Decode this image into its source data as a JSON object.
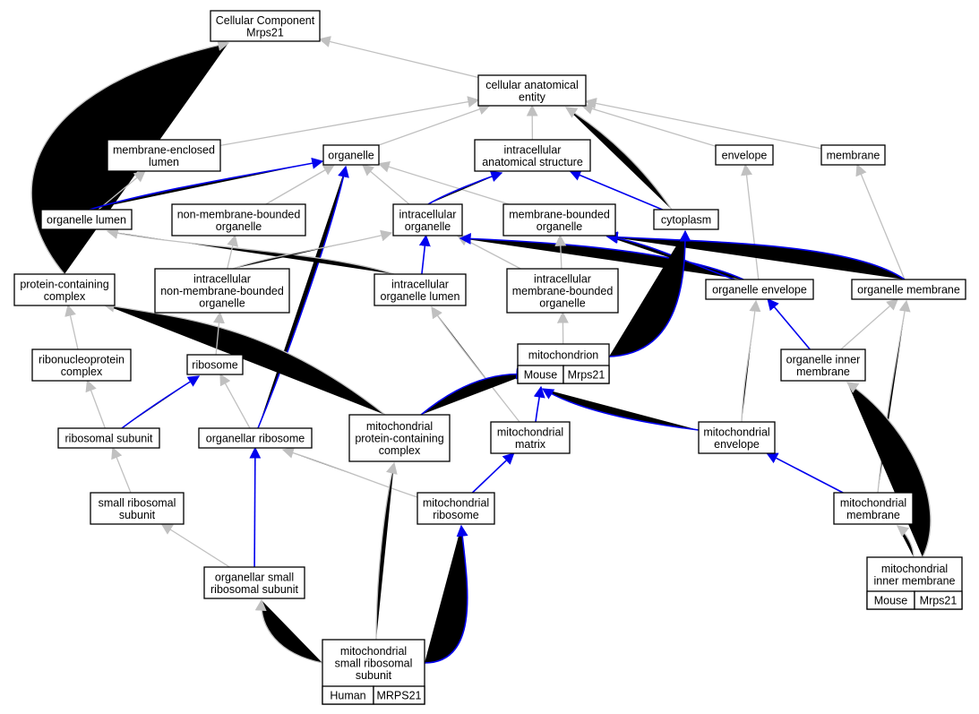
{
  "colors": {
    "gray_edge": "#c0c0c0",
    "blue_edge": "#0000ee",
    "mouse_tag": "#add8e6",
    "human_tag": "#f4654a"
  },
  "nodes": {
    "cc": {
      "lines": [
        "Cellular Component",
        "Mrps21"
      ]
    },
    "cae": {
      "lines": [
        "cellular anatomical",
        "entity"
      ]
    },
    "mel": {
      "lines": [
        "membrane-enclosed",
        "lumen"
      ]
    },
    "organelle": {
      "lines": [
        "organelle"
      ]
    },
    "ias": {
      "lines": [
        "intracellular",
        "anatomical structure"
      ]
    },
    "envelope": {
      "lines": [
        "envelope"
      ]
    },
    "membrane": {
      "lines": [
        "membrane"
      ]
    },
    "ol": {
      "lines": [
        "organelle lumen"
      ]
    },
    "nmbo": {
      "lines": [
        "non-membrane-bounded",
        "organelle"
      ]
    },
    "io": {
      "lines": [
        "intracellular",
        "organelle"
      ]
    },
    "mbo": {
      "lines": [
        "membrane-bounded",
        "organelle"
      ]
    },
    "cyto": {
      "lines": [
        "cytoplasm"
      ]
    },
    "pcc": {
      "lines": [
        "protein-containing",
        "complex"
      ]
    },
    "inmbo": {
      "lines": [
        "intracellular",
        "non-membrane-bounded",
        "organelle"
      ]
    },
    "iol": {
      "lines": [
        "intracellular",
        "organelle lumen"
      ]
    },
    "imbo": {
      "lines": [
        "intracellular",
        "membrane-bounded",
        "organelle"
      ]
    },
    "oenv": {
      "lines": [
        "organelle envelope"
      ]
    },
    "omem": {
      "lines": [
        "organelle membrane"
      ]
    },
    "rnp": {
      "lines": [
        "ribonucleoprotein",
        "complex"
      ]
    },
    "ribo": {
      "lines": [
        "ribosome"
      ]
    },
    "mito": {
      "lines": [
        "mitochondrion"
      ],
      "tags": [
        {
          "species": "Mouse",
          "gene": "Mrps21"
        }
      ]
    },
    "oim": {
      "lines": [
        "organelle inner",
        "membrane"
      ]
    },
    "rsu": {
      "lines": [
        "ribosomal subunit"
      ]
    },
    "oribo": {
      "lines": [
        "organellar ribosome"
      ]
    },
    "mpcc": {
      "lines": [
        "mitochondrial",
        "protein-containing",
        "complex"
      ]
    },
    "mmat": {
      "lines": [
        "mitochondrial",
        "matrix"
      ]
    },
    "menv": {
      "lines": [
        "mitochondrial",
        "envelope"
      ]
    },
    "srsu": {
      "lines": [
        "small ribosomal",
        "subunit"
      ]
    },
    "mribo": {
      "lines": [
        "mitochondrial",
        "ribosome"
      ]
    },
    "mmem": {
      "lines": [
        "mitochondrial",
        "membrane"
      ]
    },
    "osrsu": {
      "lines": [
        "organellar small",
        "ribosomal subunit"
      ]
    },
    "mim": {
      "lines": [
        "mitochondrial",
        "inner membrane"
      ],
      "tags": [
        {
          "species": "Mouse",
          "gene": "Mrps21"
        }
      ]
    },
    "msrsu": {
      "lines": [
        "mitochondrial",
        "small ribosomal",
        "subunit"
      ],
      "tags": [
        {
          "species": "Human",
          "gene": "MRPS21"
        }
      ]
    }
  },
  "edges": [
    {
      "from": "cae",
      "to": "cc",
      "kind": "gray"
    },
    {
      "from": "pcc",
      "to": "cc",
      "kind": "gray"
    },
    {
      "from": "mel",
      "to": "cae",
      "kind": "gray"
    },
    {
      "from": "organelle",
      "to": "cae",
      "kind": "gray"
    },
    {
      "from": "ias",
      "to": "cae",
      "kind": "gray"
    },
    {
      "from": "envelope",
      "to": "cae",
      "kind": "gray"
    },
    {
      "from": "membrane",
      "to": "cae",
      "kind": "gray"
    },
    {
      "from": "cyto",
      "to": "cae",
      "kind": "gray"
    },
    {
      "from": "ol",
      "to": "mel",
      "kind": "gray"
    },
    {
      "from": "ol",
      "to": "organelle",
      "kind": "blue"
    },
    {
      "from": "nmbo",
      "to": "organelle",
      "kind": "gray"
    },
    {
      "from": "io",
      "to": "organelle",
      "kind": "gray"
    },
    {
      "from": "mbo",
      "to": "organelle",
      "kind": "gray"
    },
    {
      "from": "oribo",
      "to": "organelle",
      "kind": "blue"
    },
    {
      "from": "io",
      "to": "ias",
      "kind": "blue"
    },
    {
      "from": "cyto",
      "to": "ias",
      "kind": "blue"
    },
    {
      "from": "oenv",
      "to": "envelope",
      "kind": "gray"
    },
    {
      "from": "omem",
      "to": "membrane",
      "kind": "gray"
    },
    {
      "from": "iol",
      "to": "ol",
      "kind": "gray"
    },
    {
      "from": "inmbo",
      "to": "nmbo",
      "kind": "gray"
    },
    {
      "from": "inmbo",
      "to": "io",
      "kind": "gray"
    },
    {
      "from": "iol",
      "to": "io",
      "kind": "blue"
    },
    {
      "from": "imbo",
      "to": "io",
      "kind": "gray"
    },
    {
      "from": "oenv",
      "to": "io",
      "kind": "blue"
    },
    {
      "from": "imbo",
      "to": "mbo",
      "kind": "gray"
    },
    {
      "from": "oenv",
      "to": "mbo",
      "kind": "blue"
    },
    {
      "from": "omem",
      "to": "mbo",
      "kind": "blue"
    },
    {
      "from": "mito",
      "to": "cyto",
      "kind": "blue"
    },
    {
      "from": "rnp",
      "to": "pcc",
      "kind": "gray"
    },
    {
      "from": "mpcc",
      "to": "pcc",
      "kind": "gray"
    },
    {
      "from": "ribo",
      "to": "inmbo",
      "kind": "gray"
    },
    {
      "from": "mmat",
      "to": "iol",
      "kind": "gray"
    },
    {
      "from": "mito",
      "to": "imbo",
      "kind": "gray"
    },
    {
      "from": "oim",
      "to": "oenv",
      "kind": "blue"
    },
    {
      "from": "menv",
      "to": "oenv",
      "kind": "gray"
    },
    {
      "from": "oim",
      "to": "omem",
      "kind": "gray"
    },
    {
      "from": "mmem",
      "to": "omem",
      "kind": "gray"
    },
    {
      "from": "rsu",
      "to": "rnp",
      "kind": "gray"
    },
    {
      "from": "rsu",
      "to": "ribo",
      "kind": "blue"
    },
    {
      "from": "oribo",
      "to": "ribo",
      "kind": "gray"
    },
    {
      "from": "mpcc",
      "to": "mito",
      "kind": "blue"
    },
    {
      "from": "mmat",
      "to": "mito",
      "kind": "blue"
    },
    {
      "from": "menv",
      "to": "mito",
      "kind": "blue"
    },
    {
      "from": "mim",
      "to": "oim",
      "kind": "gray"
    },
    {
      "from": "srsu",
      "to": "rsu",
      "kind": "gray"
    },
    {
      "from": "osrsu",
      "to": "oribo",
      "kind": "blue"
    },
    {
      "from": "mribo",
      "to": "oribo",
      "kind": "gray"
    },
    {
      "from": "msrsu",
      "to": "mpcc",
      "kind": "gray"
    },
    {
      "from": "mribo",
      "to": "mmat",
      "kind": "blue"
    },
    {
      "from": "mmem",
      "to": "menv",
      "kind": "blue"
    },
    {
      "from": "osrsu",
      "to": "srsu",
      "kind": "gray"
    },
    {
      "from": "msrsu",
      "to": "mribo",
      "kind": "blue"
    },
    {
      "from": "mim",
      "to": "mmem",
      "kind": "gray"
    },
    {
      "from": "msrsu",
      "to": "osrsu",
      "kind": "gray"
    }
  ]
}
